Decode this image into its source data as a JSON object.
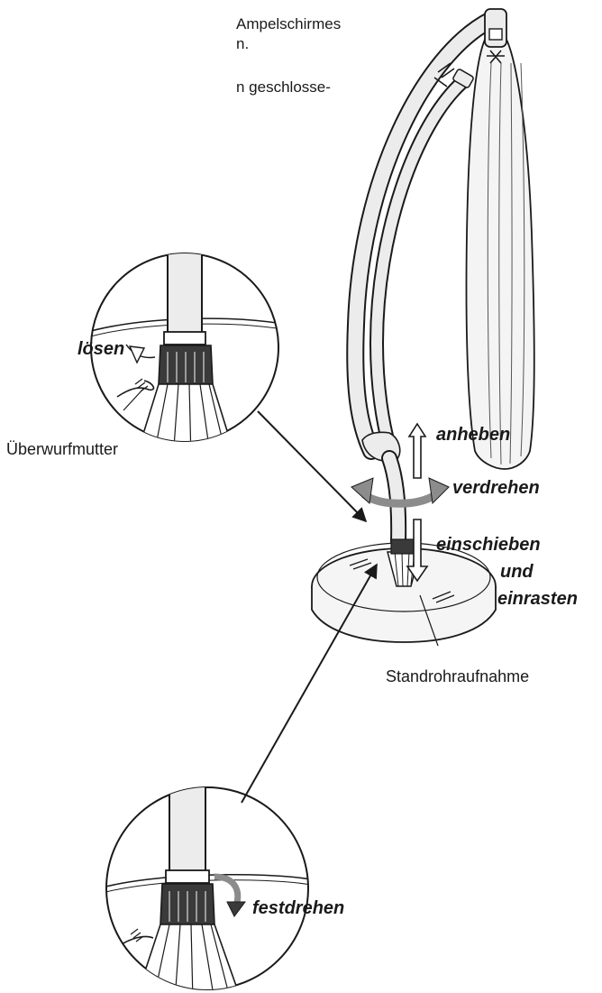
{
  "intro_lines": [
    "Ampelschirmes",
    "n.",
    "n geschlosse-"
  ],
  "labels": {
    "loesen": "lösen",
    "ueberwurfmutter": "Überwurfmutter",
    "anheben": "anheben",
    "verdrehen": "verdrehen",
    "einschieben": "einschieben",
    "und": "und",
    "einrasten": "einrasten",
    "standrohraufnahme": "Standrohraufnahme",
    "festdrehen": "festdrehen"
  },
  "colors": {
    "line": "#1a1a1a",
    "pole_fill": "#ececec",
    "rotate_arrow": "#8c8c8c",
    "nut_fill": "#3a3a3a"
  },
  "icons": [
    "cropped-parasol-illustration",
    "nut-detail-loosen",
    "nut-detail-tighten",
    "rotation-arrow",
    "lift-arrow",
    "insert-arrow"
  ]
}
